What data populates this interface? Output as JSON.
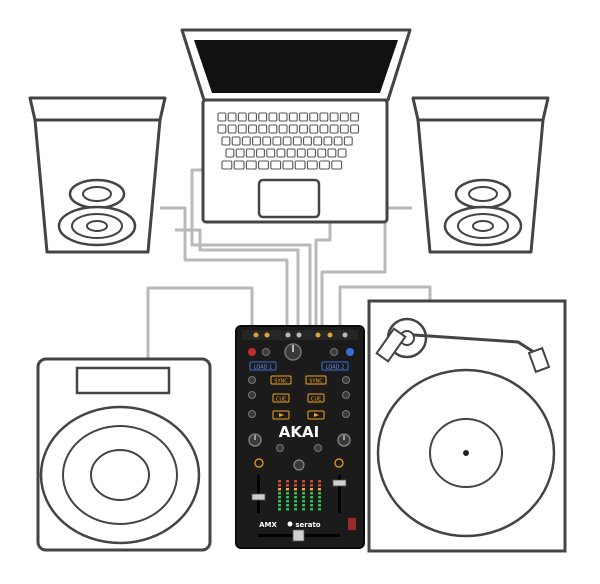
{
  "diagram": {
    "mixer": {
      "brand": "AKAI",
      "model": "AMX",
      "partner": "serato",
      "cue_labels": [
        "CUE",
        "CUE"
      ],
      "sync_labels": [
        "SYNC",
        "SYNC"
      ],
      "load_labels": [
        "LOAD 1",
        "LOAD 2"
      ]
    }
  },
  "colors": {
    "outline": "#444444",
    "cable": "#b9b9b9",
    "screen": "#111111",
    "mixer_body": "#1b1b1b",
    "mixer_accent": "#f2a31b",
    "mixer_blue": "#3a6fd8",
    "meter_green": "#2fbf4f"
  }
}
